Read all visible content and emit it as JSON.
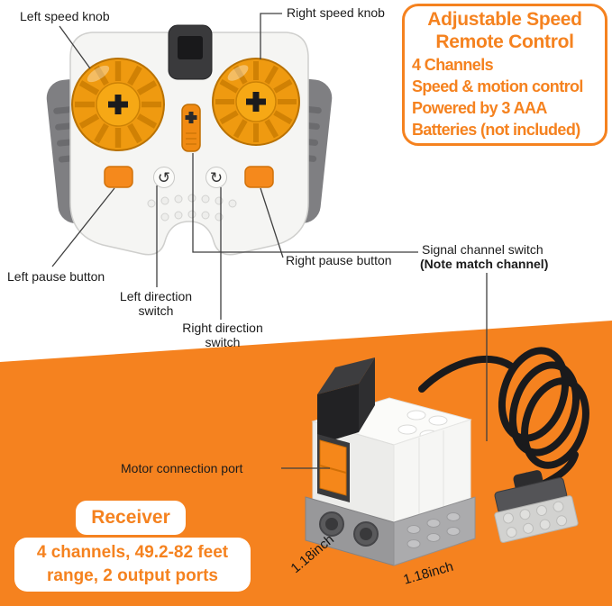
{
  "colors": {
    "accent_orange": "#f5821f",
    "background_orange": "#f5821f",
    "label_text": "#1b1b1b"
  },
  "info_box": {
    "title_line1": "Adjustable Speed",
    "title_line2": "Remote Control",
    "features": [
      "4 Channels",
      "Speed & motion control",
      "Powered by 3 AAA",
      "Batteries (not included)"
    ]
  },
  "callouts": {
    "left_speed_knob": "Left speed knob",
    "right_speed_knob": "Right speed knob",
    "left_pause_button": "Left pause button",
    "right_pause_button": "Right pause button",
    "left_direction_switch": "Left direction\nswitch",
    "right_direction_switch": "Right direction\nswitch",
    "signal_channel_switch": "Signal channel switch",
    "signal_channel_note": "(Note match channel)",
    "motor_connection_port": "Motor connection port"
  },
  "receiver_section": {
    "title": "Receiver",
    "specs": "4 channels, 49.2-82 feet\nrange, 2 output ports",
    "dimension_left": "1.18inch",
    "dimension_right": "1.18inch"
  },
  "icons": {
    "rotate_ccw": "↺",
    "rotate_cw": "↻"
  }
}
